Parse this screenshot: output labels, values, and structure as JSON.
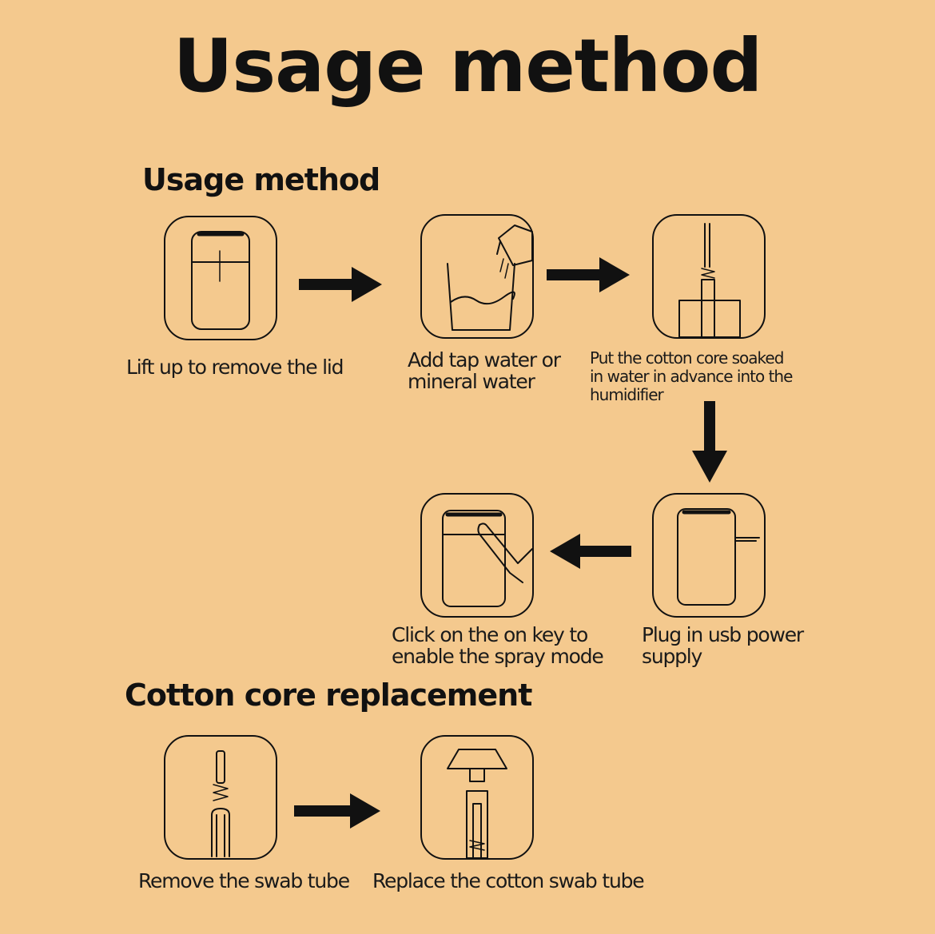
{
  "title": "Usage method",
  "sections": {
    "usage": {
      "heading": "Usage method",
      "steps": [
        {
          "icon": "lift-lid-icon",
          "caption": "Lift up to remove the lid"
        },
        {
          "icon": "pour-water-icon",
          "caption": "Add tap water or mineral water"
        },
        {
          "icon": "insert-cotton-core-icon",
          "caption": "Put the cotton core soaked in water in advance into the humidifier"
        },
        {
          "icon": "usb-plug-icon",
          "caption": "Plug in usb power supply"
        },
        {
          "icon": "press-key-icon",
          "caption": "Click on the on key to enable the spray mode"
        }
      ]
    },
    "replacement": {
      "heading": "Cotton core replacement",
      "steps": [
        {
          "icon": "remove-swab-tube-icon",
          "caption": "Remove the swab tube"
        },
        {
          "icon": "replace-swab-tube-icon",
          "caption": "Replace the cotton swab tube"
        }
      ]
    }
  }
}
